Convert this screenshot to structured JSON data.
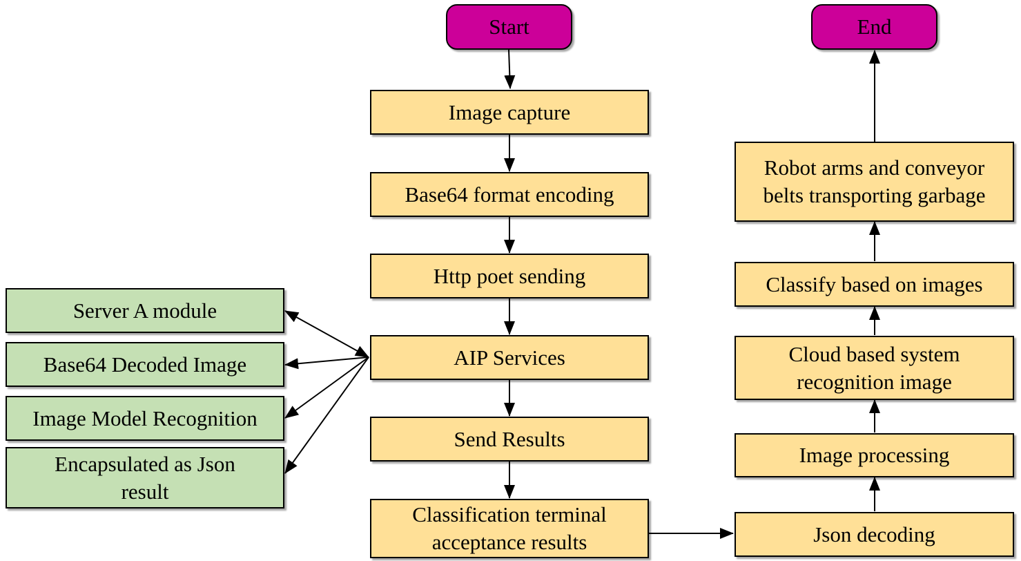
{
  "colors": {
    "terminal_fill": "#cc0099",
    "process_fill": "#ffe097",
    "module_fill": "#c5e0b4",
    "line": "#000000"
  },
  "nodes": {
    "start": "Start",
    "end": "End",
    "image_capture": "Image capture",
    "base64_encoding": "Base64 format encoding",
    "http_sending": "Http poet sending",
    "aip_services": "AIP Services",
    "send_results": "Send Results",
    "classification_terminal": "Classification terminal acceptance results",
    "json_decoding": "Json decoding",
    "image_processing": "Image processing",
    "cloud_recognition": "Cloud based system recognition image",
    "classify_images": "Classify based on images",
    "robot_arms": "Robot arms and conveyor belts transporting garbage"
  },
  "modules": {
    "server_a": "Server A module",
    "base64_decoded": "Base64 Decoded Image",
    "model_recognition": "Image Model Recognition",
    "encapsulated_json": "Encapsulated as Json result"
  }
}
